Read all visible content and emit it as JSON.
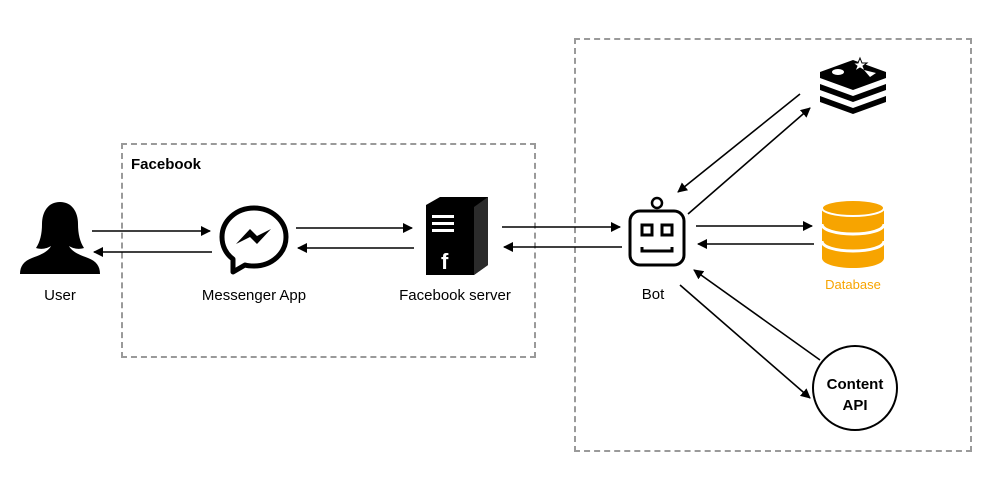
{
  "groups": {
    "facebook": {
      "title": "Facebook"
    }
  },
  "nodes": {
    "user": {
      "label": "User",
      "icon": "user-silhouette-icon"
    },
    "messenger": {
      "label": "Messenger App",
      "icon": "messenger-icon"
    },
    "fb_server": {
      "label": "Facebook server",
      "icon": "server-icon"
    },
    "bot": {
      "label": "Bot",
      "icon": "robot-icon"
    },
    "redis": {
      "label": "",
      "icon": "redis-icon"
    },
    "database": {
      "label": "Database",
      "icon": "database-icon",
      "color": "#f7a400"
    },
    "content_api": {
      "label_line1": "Content",
      "label_line2": "API"
    }
  },
  "edges": [
    {
      "from": "user",
      "to": "messenger",
      "bidirectional": true
    },
    {
      "from": "messenger",
      "to": "fb_server",
      "bidirectional": true
    },
    {
      "from": "fb_server",
      "to": "bot",
      "bidirectional": true
    },
    {
      "from": "bot",
      "to": "redis",
      "bidirectional": true
    },
    {
      "from": "bot",
      "to": "database",
      "bidirectional": true
    },
    {
      "from": "bot",
      "to": "content_api",
      "bidirectional": true
    }
  ]
}
